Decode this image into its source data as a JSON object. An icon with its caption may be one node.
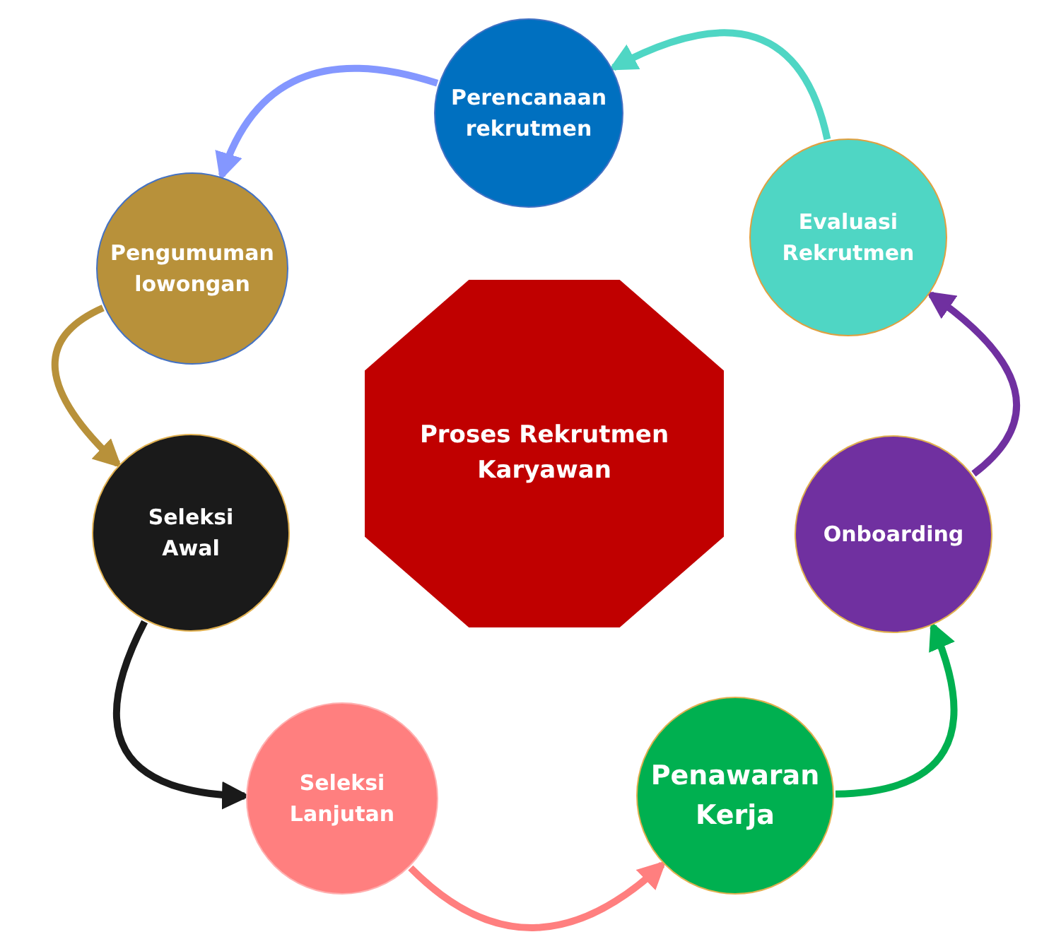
{
  "diagram": {
    "nodes": [
      {
        "text": [
          "Perencanaan rekrutmen"
        ]
      },
      {
        "text": [
          "Pengumuman lowongan"
        ]
      },
      {
        "text": [
          "Seleksi Awal"
        ]
      },
      {
        "text": [
          "Seleksi Lanjutan"
        ]
      },
      {
        "text": [
          "Penawaran Kerja"
        ]
      },
      {
        "text": [
          "Onboarding"
        ]
      },
      {
        "text": [
          "Evaluasi Rekrutmen"
        ]
      },
      {
        "text": [
          "Proses Rekrutmen Karyawan"
        ]
      }
    ],
    "edges": [
      {
        "from": 0,
        "to": 1,
        "arrow": "to",
        "color": "#8497ff"
      },
      {
        "from": 1,
        "to": 2,
        "arrow": "to",
        "color": "#b8913a"
      },
      {
        "from": 2,
        "to": 3,
        "arrow": "to",
        "color": "#1a1a1a"
      },
      {
        "from": 3,
        "to": 4,
        "arrow": "to",
        "color": "#ff7f7f"
      },
      {
        "from": 4,
        "to": 5,
        "arrow": "to",
        "color": "#00b050"
      },
      {
        "from": 5,
        "to": 6,
        "arrow": "to",
        "color": "#7030a0"
      },
      {
        "from": 6,
        "to": 0,
        "arrow": "to",
        "color": "#4fd6c4"
      }
    ]
  }
}
